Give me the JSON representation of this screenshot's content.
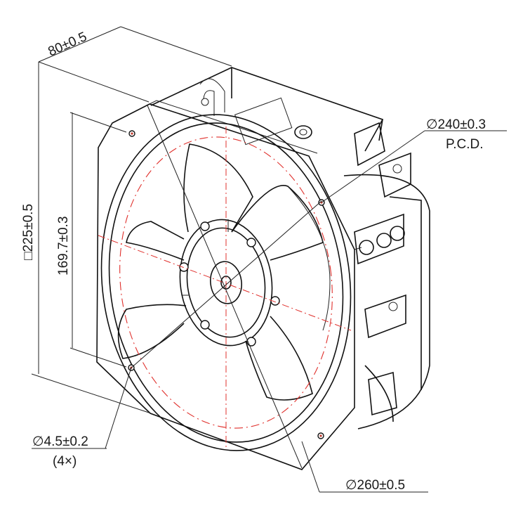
{
  "dimensions": {
    "depth": "80±0.5",
    "frame_size": "□225±0.5",
    "hole_span": "169.7±0.3",
    "pcd_diameter": "∅240±0.3",
    "pcd_label": "P.C.D.",
    "hole_diameter": "∅4.5±0.2",
    "hole_count": "(4×)",
    "outer_diameter": "∅260±0.5"
  },
  "colors": {
    "outline": "#111111",
    "centerline": "#e0302c"
  }
}
